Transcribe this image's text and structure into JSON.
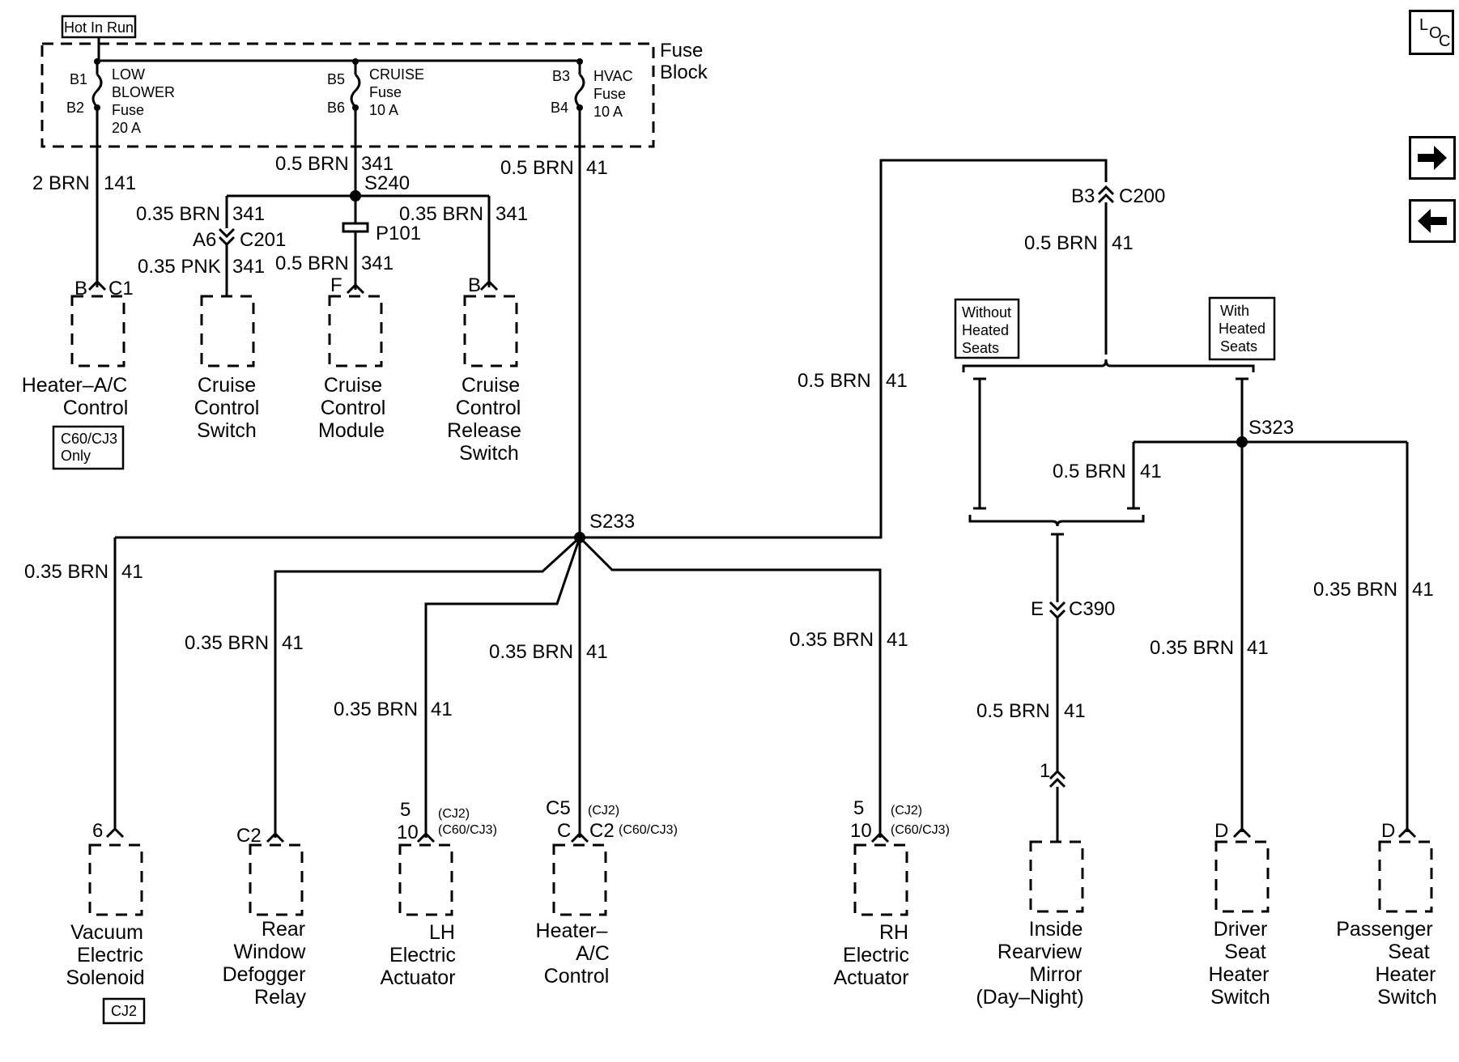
{
  "power": {
    "label": "Hot In Run"
  },
  "fuse_block": {
    "label_line1": "Fuse",
    "label_line2": "Block"
  },
  "fuses": [
    {
      "top_pin": "B1",
      "bottom_pin": "B2",
      "line1": "LOW",
      "line2": "BLOWER",
      "line3": "Fuse",
      "line4": "20 A"
    },
    {
      "top_pin": "B5",
      "bottom_pin": "B6",
      "line1": "CRUISE",
      "line2": "Fuse",
      "line3": "10 A"
    },
    {
      "top_pin": "B3",
      "bottom_pin": "B4",
      "line1": "HVAC",
      "line2": "Fuse",
      "line3": "10 A"
    }
  ],
  "wires": {
    "w141_size": "2 BRN",
    "w141_circuit": "141",
    "w341_size": "0.5 BRN",
    "w341_circuit": "341",
    "w41_fuse_size": "0.5 BRN",
    "w41_fuse_circuit": "41",
    "w341_switch_size": "0.35 BRN",
    "w341_switch_circuit": "341",
    "w341_pnk_size": "0.35 PNK",
    "w341_pnk_circuit": "341",
    "w341_module_size": "0.5 BRN",
    "w341_module_circuit": "341",
    "w341_release_size": "0.35 BRN",
    "w341_release_circuit": "341",
    "w41_vacuum_size": "0.35 BRN",
    "w41_vacuum_circuit": "41",
    "w41_defog_size": "0.35 BRN",
    "w41_defog_circuit": "41",
    "w41_lh_size": "0.35 BRN",
    "w41_lh_circuit": "41",
    "w41_hvac_size": "0.35 BRN",
    "w41_hvac_circuit": "41",
    "w41_rh_size": "0.35 BRN",
    "w41_rh_circuit": "41",
    "w41_right_size": "0.5 BRN",
    "w41_right_circuit": "41",
    "w41_c200_size": "0.5 BRN",
    "w41_c200_circuit": "41",
    "w41_s323_size": "0.5 BRN",
    "w41_s323_circuit": "41",
    "w41_mirror_size": "0.5 BRN",
    "w41_mirror_circuit": "41",
    "w41_driver_size": "0.35 BRN",
    "w41_driver_circuit": "41",
    "w41_pass_size": "0.35 BRN",
    "w41_pass_circuit": "41"
  },
  "splices": {
    "s240": "S240",
    "s233": "S233",
    "s323": "S323",
    "p101": "P101"
  },
  "connectors": {
    "c201_pin": "A6",
    "c201_name": "C201",
    "c200_pin": "B3",
    "c200_name": "C200",
    "c390_pin": "E",
    "c390_name": "C390",
    "heater_pin": "B",
    "heater_conn": "C1",
    "module_pin": "F",
    "release_pin": "B",
    "vacuum_pin": "6",
    "defog_pin": "C2",
    "lh_pin1": "5",
    "lh_pin1_note": "(CJ2)",
    "lh_pin2": "10",
    "lh_pin2_note": "(C60/CJ3)",
    "hvac_pin1": "C5",
    "hvac_pin1_note": "(CJ2)",
    "hvac_pin2": "C",
    "hvac_conn2": "C2",
    "hvac_pin2_note": "(C60/CJ3)",
    "rh_pin1": "5",
    "rh_pin1_note": "(CJ2)",
    "rh_pin2": "10",
    "rh_pin2_note": "(C60/CJ3)",
    "mirror_pin": "1",
    "driver_pin": "D",
    "pass_pin": "D"
  },
  "options": {
    "without_l1": "Without",
    "without_l2": "Heated",
    "without_l3": "Seats",
    "with_l1": "With",
    "with_l2": "Heated",
    "with_l3": "Seats",
    "c60_only_l1": "C60/CJ3",
    "c60_only_l2": "Only",
    "cj2": "CJ2"
  },
  "components": {
    "heater_ac_control": {
      "l1": "Heater–A/C",
      "l2": "Control"
    },
    "cruise_switch": {
      "l1": "Cruise",
      "l2": "Control",
      "l3": "Switch"
    },
    "cruise_module": {
      "l1": "Cruise",
      "l2": "Control",
      "l3": "Module"
    },
    "cruise_release": {
      "l1": "Cruise",
      "l2": "Control",
      "l3": "Release",
      "l4": "Switch"
    },
    "vacuum_solenoid": {
      "l1": "Vacuum",
      "l2": "Electric",
      "l3": "Solenoid"
    },
    "defogger_relay": {
      "l1": "Rear",
      "l2": "Window",
      "l3": "Defogger",
      "l4": "Relay"
    },
    "lh_actuator": {
      "l1": "LH",
      "l2": "Electric",
      "l3": "Actuator"
    },
    "heater_ac_control2": {
      "l1": "Heater–",
      "l2": "A/C",
      "l3": "Control"
    },
    "rh_actuator": {
      "l1": "RH",
      "l2": "Electric",
      "l3": "Actuator"
    },
    "mirror": {
      "l1": "Inside",
      "l2": "Rearview",
      "l3": "Mirror",
      "l4": "(Day–Night)"
    },
    "driver_switch": {
      "l1": "Driver",
      "l2": "Seat",
      "l3": "Heater",
      "l4": "Switch"
    },
    "pass_switch": {
      "l1": "Passenger",
      "l2": "Seat",
      "l3": "Heater",
      "l4": "Switch"
    }
  },
  "nav": {
    "loc_l": "L",
    "loc_o": "O",
    "loc_c": "C",
    "next_icon": "arrow-right-icon",
    "prev_icon": "arrow-left-icon"
  }
}
